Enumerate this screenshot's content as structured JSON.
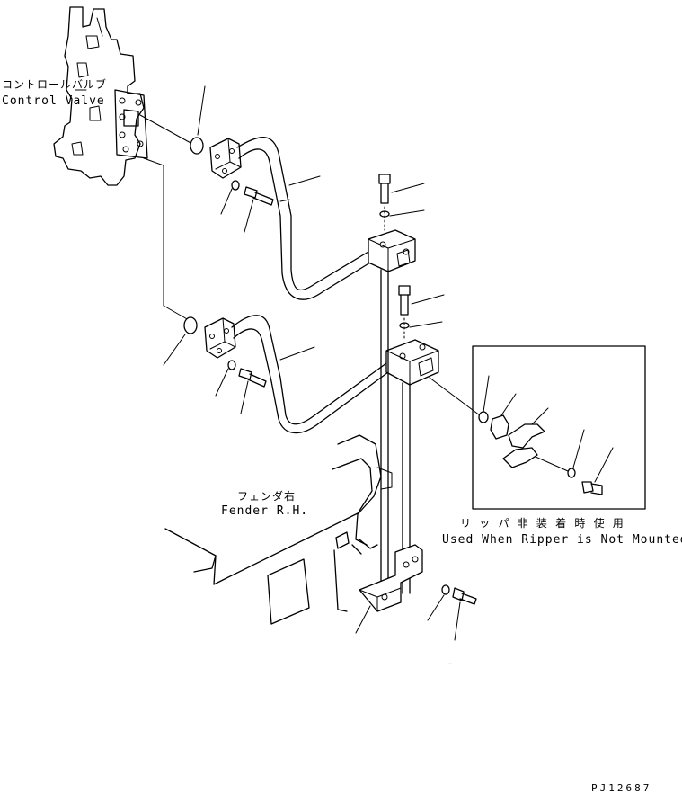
{
  "labels": {
    "control_valve_jp": "コントロールバルブ",
    "control_valve_en": "Control Valve",
    "fender_jp": "フェンダ右",
    "fender_en": "Fender R.H.",
    "ripper_jp": "リ ッ パ 非 装 着 時 使 用",
    "ripper_en": "Used When Ripper is Not Mounted",
    "drawing_code": "PJ12687",
    "stray_mark": "-"
  }
}
